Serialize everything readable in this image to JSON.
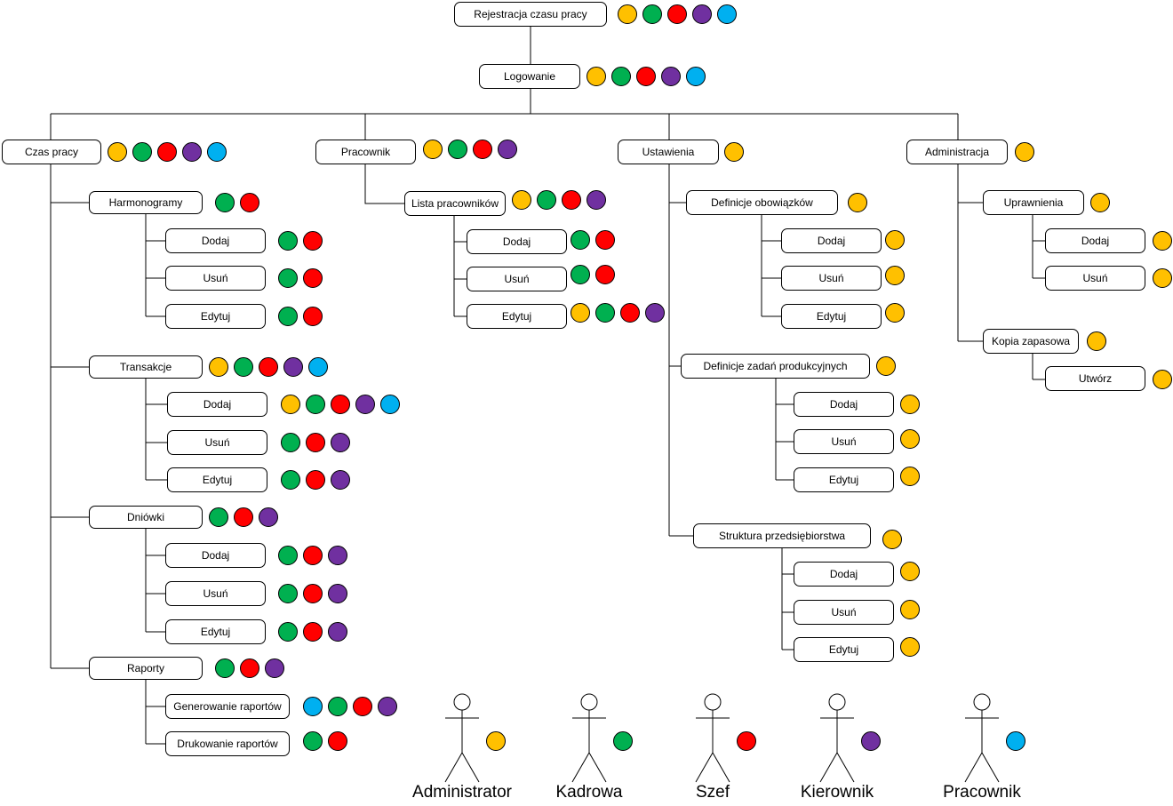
{
  "colors": {
    "yellow": "#FFC000",
    "green": "#00B050",
    "red": "#FF0000",
    "purple": "#7030A0",
    "blue": "#00B0F0"
  },
  "nodes": [
    {
      "id": "root",
      "label": "Rejestracja czasu pracy",
      "roles": [
        "yellow",
        "green",
        "red",
        "purple",
        "blue"
      ]
    },
    {
      "id": "login",
      "label": "Logowanie",
      "roles": [
        "yellow",
        "green",
        "red",
        "purple",
        "blue"
      ]
    },
    {
      "id": "czas",
      "label": "Czas pracy",
      "roles": [
        "yellow",
        "green",
        "red",
        "purple",
        "blue"
      ]
    },
    {
      "id": "harm",
      "label": "Harmonogramy",
      "roles": [
        "green",
        "red"
      ]
    },
    {
      "id": "harm_dodaj",
      "label": "Dodaj",
      "roles": [
        "green",
        "red"
      ]
    },
    {
      "id": "harm_usun",
      "label": "Usuń",
      "roles": [
        "green",
        "red"
      ]
    },
    {
      "id": "harm_edytuj",
      "label": "Edytuj",
      "roles": [
        "green",
        "red"
      ]
    },
    {
      "id": "trans",
      "label": "Transakcje",
      "roles": [
        "yellow",
        "green",
        "red",
        "purple",
        "blue"
      ]
    },
    {
      "id": "trans_dodaj",
      "label": "Dodaj",
      "roles": [
        "yellow",
        "green",
        "red",
        "purple",
        "blue"
      ]
    },
    {
      "id": "trans_usun",
      "label": "Usuń",
      "roles": [
        "green",
        "red",
        "purple"
      ]
    },
    {
      "id": "trans_edytuj",
      "label": "Edytuj",
      "roles": [
        "green",
        "red",
        "purple"
      ]
    },
    {
      "id": "dniowki",
      "label": "Dniówki",
      "roles": [
        "green",
        "red",
        "purple"
      ]
    },
    {
      "id": "dn_dodaj",
      "label": "Dodaj",
      "roles": [
        "green",
        "red",
        "purple"
      ]
    },
    {
      "id": "dn_usun",
      "label": "Usuń",
      "roles": [
        "green",
        "red",
        "purple"
      ]
    },
    {
      "id": "dn_edytuj",
      "label": "Edytuj",
      "roles": [
        "green",
        "red",
        "purple"
      ]
    },
    {
      "id": "raporty",
      "label": "Raporty",
      "roles": [
        "green",
        "red",
        "purple"
      ]
    },
    {
      "id": "rap_gen",
      "label": "Generowanie raportów",
      "roles": [
        "blue",
        "green",
        "red",
        "purple"
      ]
    },
    {
      "id": "rap_druk",
      "label": "Drukowanie raportów",
      "roles": [
        "green",
        "red"
      ]
    },
    {
      "id": "pracownik",
      "label": "Pracownik",
      "roles": [
        "yellow",
        "green",
        "red",
        "purple"
      ]
    },
    {
      "id": "lista",
      "label": "Lista pracowników",
      "roles": [
        "yellow",
        "green",
        "red",
        "purple"
      ]
    },
    {
      "id": "lista_dodaj",
      "label": "Dodaj",
      "roles": [
        "green",
        "red"
      ]
    },
    {
      "id": "lista_usun",
      "label": "Usuń",
      "roles": [
        "green",
        "red"
      ]
    },
    {
      "id": "lista_edytuj",
      "label": "Edytuj",
      "roles": [
        "yellow",
        "green",
        "red",
        "purple"
      ]
    },
    {
      "id": "ustawienia",
      "label": "Ustawienia",
      "roles": [
        "yellow"
      ]
    },
    {
      "id": "def_ob",
      "label": "Definicje obowiązków",
      "roles": [
        "yellow"
      ]
    },
    {
      "id": "def_ob_dodaj",
      "label": "Dodaj",
      "roles": [
        "yellow"
      ]
    },
    {
      "id": "def_ob_usun",
      "label": "Usuń",
      "roles": [
        "yellow"
      ]
    },
    {
      "id": "def_ob_edytuj",
      "label": "Edytuj",
      "roles": [
        "yellow"
      ]
    },
    {
      "id": "def_zad",
      "label": "Definicje zadań produkcyjnych",
      "roles": [
        "yellow"
      ]
    },
    {
      "id": "def_zad_dodaj",
      "label": "Dodaj",
      "roles": [
        "yellow"
      ]
    },
    {
      "id": "def_zad_usun",
      "label": "Usuń",
      "roles": [
        "yellow"
      ]
    },
    {
      "id": "def_zad_edytuj",
      "label": "Edytuj",
      "roles": [
        "yellow"
      ]
    },
    {
      "id": "struktura",
      "label": "Struktura przedsiębiorstwa",
      "roles": [
        "yellow"
      ]
    },
    {
      "id": "str_dodaj",
      "label": "Dodaj",
      "roles": [
        "yellow"
      ]
    },
    {
      "id": "str_usun",
      "label": "Usuń",
      "roles": [
        "yellow"
      ]
    },
    {
      "id": "str_edytuj",
      "label": "Edytuj",
      "roles": [
        "yellow"
      ]
    },
    {
      "id": "admin",
      "label": "Administracja",
      "roles": [
        "yellow"
      ]
    },
    {
      "id": "upraw",
      "label": "Uprawnienia",
      "roles": [
        "yellow"
      ]
    },
    {
      "id": "upraw_dodaj",
      "label": "Dodaj",
      "roles": [
        "yellow"
      ]
    },
    {
      "id": "upraw_usun",
      "label": "Usuń",
      "roles": [
        "yellow"
      ]
    },
    {
      "id": "kopia",
      "label": "Kopia zapasowa",
      "roles": [
        "yellow"
      ]
    },
    {
      "id": "kopia_utworz",
      "label": "Utwórz",
      "roles": [
        "yellow"
      ]
    }
  ],
  "actors": [
    {
      "id": "administrator",
      "label": "Administrator",
      "role": "yellow"
    },
    {
      "id": "kadrowa",
      "label": "Kadrowa",
      "role": "green"
    },
    {
      "id": "szef",
      "label": "Szef",
      "role": "red"
    },
    {
      "id": "kierownik",
      "label": "Kierownik",
      "role": "purple"
    },
    {
      "id": "pracownik",
      "label": "Pracownik",
      "role": "blue"
    }
  ]
}
